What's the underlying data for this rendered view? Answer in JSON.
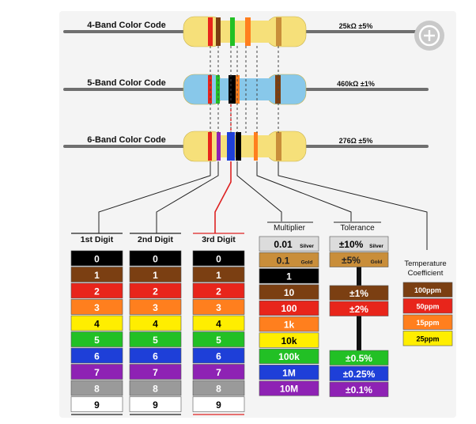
{
  "resistors": [
    {
      "title": "4-Band Color Code",
      "value": "25kΩ  ±5%"
    },
    {
      "title": "5-Band Color Code",
      "value": "460kΩ  ±1%"
    },
    {
      "title": "6-Band Color Code",
      "value": "276Ω  ±5%"
    }
  ],
  "digit_columns": [
    {
      "header": "1st Digit",
      "digits": [
        "0",
        "1",
        "2",
        "3",
        "4",
        "5",
        "6",
        "7",
        "8",
        "9"
      ]
    },
    {
      "header": "2nd Digit",
      "digits": [
        "0",
        "1",
        "2",
        "3",
        "4",
        "5",
        "6",
        "7",
        "8",
        "9"
      ]
    },
    {
      "header": "3rd Digit",
      "digits": [
        "0",
        "1",
        "2",
        "3",
        "4",
        "5",
        "6",
        "7",
        "8",
        "9"
      ]
    }
  ],
  "multiplier": {
    "header": "Multiplier",
    "rows": [
      {
        "label": "0.01",
        "sub": "Silver"
      },
      {
        "label": "0.1",
        "sub": "Gold"
      },
      {
        "label": "1",
        "sub": ""
      },
      {
        "label": "10",
        "sub": ""
      },
      {
        "label": "100",
        "sub": ""
      },
      {
        "label": "1k",
        "sub": ""
      },
      {
        "label": "10k",
        "sub": ""
      },
      {
        "label": "100k",
        "sub": ""
      },
      {
        "label": "1M",
        "sub": ""
      },
      {
        "label": "10M",
        "sub": ""
      }
    ]
  },
  "tolerance": {
    "header": "Tolerance",
    "rows": [
      {
        "label": "±10%",
        "sub": "Silver"
      },
      {
        "label": "±5%",
        "sub": "Gold"
      },
      {
        "label": "±1%",
        "sub": ""
      },
      {
        "label": "±2%",
        "sub": ""
      },
      {
        "label": "±0.5%",
        "sub": ""
      },
      {
        "label": "±0.25%",
        "sub": ""
      },
      {
        "label": "±0.1%",
        "sub": ""
      }
    ]
  },
  "temperature": {
    "header_line1": "Temperature",
    "header_line2": "Coefficient",
    "rows": [
      "100ppm",
      "50ppm",
      "15ppm",
      "25ppm"
    ]
  },
  "colors": {
    "black": "#000000",
    "brown": "#7b3f12",
    "red": "#e8251b",
    "orange": "#ff7f1e",
    "yellow": "#ffee00",
    "green": "#22c025",
    "blue": "#1e3fd8",
    "violet": "#8e22b4",
    "grey": "#9a9a9a",
    "white": "#ffffff",
    "silver": "#dcdcdc",
    "gold": "#c98e3a",
    "body_yellow": "#f6e07a",
    "body_blue": "#88c8ea",
    "lead": "#6f6f6f"
  },
  "icons": {
    "expand": "expand-icon"
  }
}
